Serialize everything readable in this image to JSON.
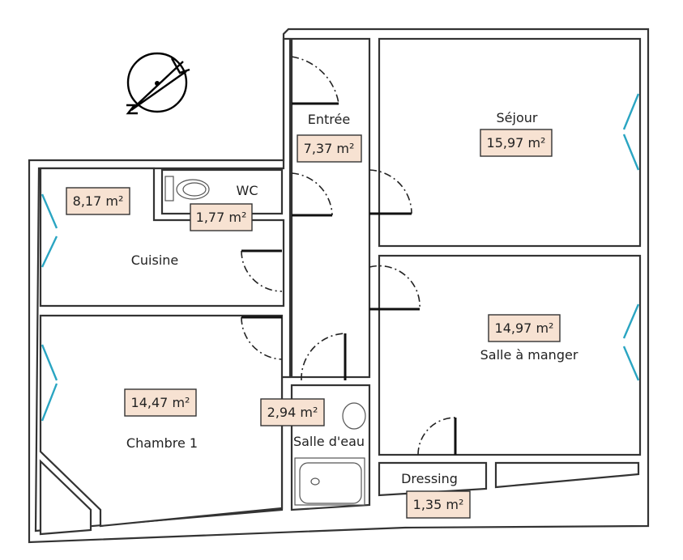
{
  "plan": {
    "rooms": [
      {
        "id": "entree",
        "name": "Entrée",
        "area": "7,37 m²"
      },
      {
        "id": "sejour",
        "name": "Séjour",
        "area": "15,97 m²"
      },
      {
        "id": "wc",
        "name": "WC",
        "area": "1,77 m²"
      },
      {
        "id": "cuisine",
        "name": "Cuisine",
        "area": "8,17 m²"
      },
      {
        "id": "salle-a-manger",
        "name": "Salle à manger",
        "area": "14,97 m²"
      },
      {
        "id": "chambre-1",
        "name": "Chambre 1",
        "area": "14,47 m²"
      },
      {
        "id": "salle-d-eau",
        "name": "Salle d'eau",
        "area": "2,94 m²"
      },
      {
        "id": "dressing",
        "name": "Dressing",
        "area": "1,35 m²"
      }
    ],
    "colors": {
      "wall": "#333333",
      "window": "#2aa5c2",
      "area_label_fill": "#f7e2d2"
    },
    "compass_icon": "north-arrow-icon"
  }
}
